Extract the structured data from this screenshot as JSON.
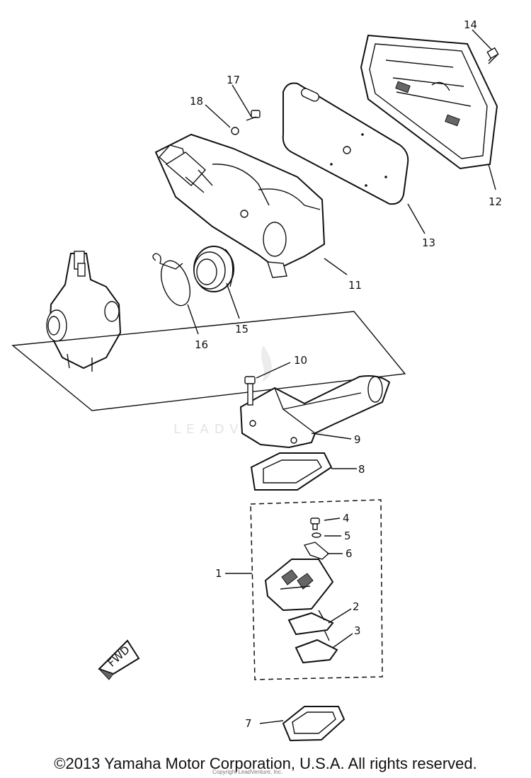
{
  "callouts": {
    "c1": "1",
    "c2": "2",
    "c3": "3",
    "c4": "4",
    "c5": "5",
    "c6": "6",
    "c7": "7",
    "c8": "8",
    "c9": "9",
    "c10": "10",
    "c11": "11",
    "c12": "12",
    "c13": "13",
    "c14": "14",
    "c15": "15",
    "c16": "16",
    "c17": "17",
    "c18": "18"
  },
  "fwd_label": "FWD",
  "watermark": "LEADVENTURE",
  "copyright": "©2013 Yamaha Motor Corporation, U.S.A. All rights reserved.",
  "copyright_small": "Copyright LeadVenture, Inc.",
  "colors": {
    "ink": "#111111",
    "background": "#ffffff",
    "watermark": "#e3e3e3"
  }
}
